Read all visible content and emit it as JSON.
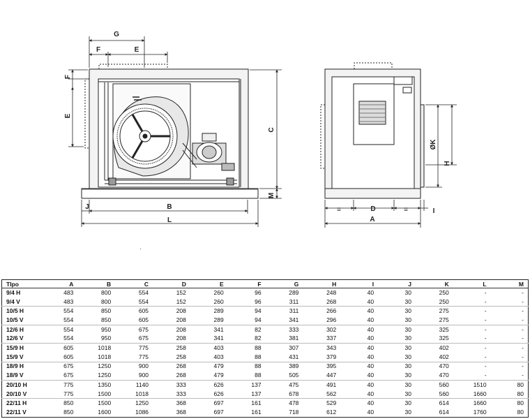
{
  "drawing": {
    "labels": {
      "G": "G",
      "F": "F",
      "E": "E",
      "F_side": "F",
      "E_side": "E",
      "C": "C",
      "M": "M",
      "J": "J",
      "B": "B",
      "L": "L",
      "eq1": "=",
      "D": "D",
      "eq2": "=",
      "I": "I",
      "A": "A",
      "K": "ØK",
      "H": "H"
    }
  },
  "table": {
    "headers": [
      "TIpo",
      "A",
      "B",
      "C",
      "D",
      "E",
      "F",
      "G",
      "H",
      "I",
      "J",
      "K",
      "L",
      "M"
    ],
    "rows": [
      [
        "9/4 H",
        "483",
        "800",
        "554",
        "152",
        "260",
        "96",
        "289",
        "248",
        "40",
        "30",
        "250",
        "-",
        "-"
      ],
      [
        "9/4 V",
        "483",
        "800",
        "554",
        "152",
        "260",
        "96",
        "311",
        "268",
        "40",
        "30",
        "250",
        "-",
        "-"
      ],
      [
        "10/5 H",
        "554",
        "850",
        "605",
        "208",
        "289",
        "94",
        "311",
        "266",
        "40",
        "30",
        "275",
        "-",
        "-"
      ],
      [
        "10/5 V",
        "554",
        "850",
        "605",
        "208",
        "289",
        "94",
        "341",
        "296",
        "40",
        "30",
        "275",
        "-",
        "-"
      ],
      [
        "12/6 H",
        "554",
        "950",
        "675",
        "208",
        "341",
        "82",
        "333",
        "302",
        "40",
        "30",
        "325",
        "-",
        "-"
      ],
      [
        "12/6 V",
        "554",
        "950",
        "675",
        "208",
        "341",
        "82",
        "381",
        "337",
        "40",
        "30",
        "325",
        "-",
        "-"
      ],
      [
        "15/9 H",
        "605",
        "1018",
        "775",
        "258",
        "403",
        "88",
        "307",
        "343",
        "40",
        "30",
        "402",
        "-",
        "-"
      ],
      [
        "15/9 V",
        "605",
        "1018",
        "775",
        "258",
        "403",
        "88",
        "431",
        "379",
        "40",
        "30",
        "402",
        "-",
        "-"
      ],
      [
        "18/9 H",
        "675",
        "1250",
        "900",
        "268",
        "479",
        "88",
        "389",
        "395",
        "40",
        "30",
        "470",
        "-",
        "-"
      ],
      [
        "18/9 V",
        "675",
        "1250",
        "900",
        "268",
        "479",
        "88",
        "505",
        "447",
        "40",
        "30",
        "470",
        "-",
        "-"
      ],
      [
        "20/10 H",
        "775",
        "1350",
        "1140",
        "333",
        "626",
        "137",
        "475",
        "491",
        "40",
        "30",
        "560",
        "1510",
        "80"
      ],
      [
        "20/10 V",
        "775",
        "1500",
        "1018",
        "333",
        "626",
        "137",
        "678",
        "562",
        "40",
        "30",
        "560",
        "1660",
        "80"
      ],
      [
        "22/11 H",
        "850",
        "1500",
        "1250",
        "368",
        "697",
        "161",
        "478",
        "529",
        "40",
        "30",
        "614",
        "1660",
        "80"
      ],
      [
        "22/11 V",
        "850",
        "1600",
        "1086",
        "368",
        "697",
        "161",
        "718",
        "612",
        "40",
        "30",
        "614",
        "1760",
        "80"
      ]
    ]
  }
}
